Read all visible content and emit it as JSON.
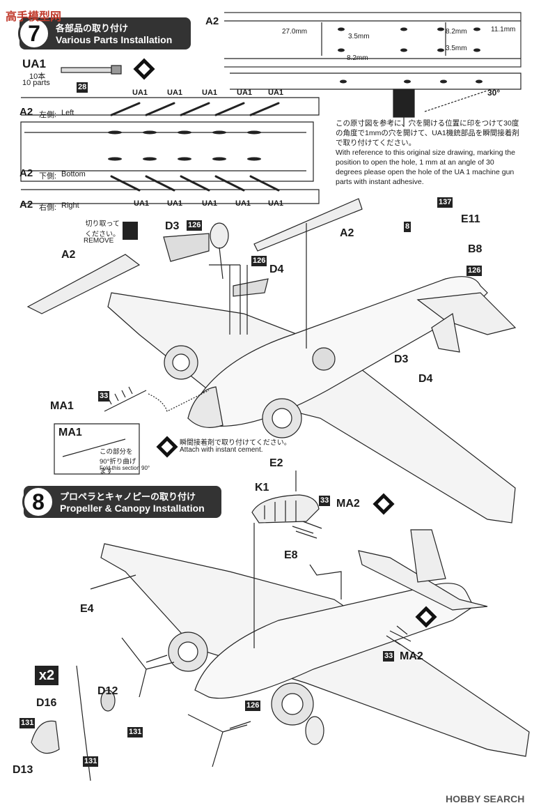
{
  "watermark_top": "高手模型网",
  "watermark_bottom": "HOBBY SEARCH",
  "step7": {
    "number": "7",
    "title_jp": "各部品の取り付け",
    "title_en": "Various Parts Installation"
  },
  "step8": {
    "number": "8",
    "title_jp": "プロペラとキャノピーの取り付け",
    "title_en": "Propeller & Canopy Installation"
  },
  "ua1_part": {
    "name": "UA1",
    "count_jp": "10本",
    "count_en": "10 parts",
    "paint": "28"
  },
  "gun_label": "UA1",
  "template": {
    "a2_left": {
      "part": "A2",
      "side_jp": "左側:",
      "side_en": "Left"
    },
    "a2_bottom": {
      "part": "A2",
      "side_jp": "下側:",
      "side_en": "Bottom"
    },
    "a2_right": {
      "part": "A2",
      "side_jp": "右側:",
      "side_en": "Right"
    },
    "a2_top": "A2",
    "dim_27": "27.0mm",
    "dim_35a": "3.5mm",
    "dim_82a": "8.2mm",
    "dim_111": "11.1mm",
    "dim_35b": "3.5mm",
    "dim_82b": "8.2mm",
    "angle": "30°"
  },
  "instruction_jp": "この原寸図を参考に、穴を開ける位置に印をつけて30度の角度で1mmの穴を開けて、UA1機銃部品を瞬間接着剤で取り付けてください。",
  "instruction_en": "With reference to this original size drawing, marking the position to open the hole, 1 mm at an angle of 30 degrees please open the hole of the UA 1 machine gun parts with instant adhesive.",
  "remove_note": {
    "jp": "切り取って ください。",
    "en": "REMOVE"
  },
  "instant_cement": {
    "jp": "瞬間接着剤で取り付けてください。",
    "en": "Attach with instant cement."
  },
  "fold_note": {
    "part": "MA1",
    "jp": "この部分を90°折り曲げます",
    "en": "Fold this section 90°"
  },
  "parts7": {
    "a2": "A2",
    "a2_wing": "A2",
    "d3": "D3",
    "d4": "D4",
    "e11": "E11",
    "b8": "B8",
    "d3b": "D3",
    "d4b": "D4",
    "ma1": "MA1",
    "c126a": "126",
    "c126b": "126",
    "c126c": "126",
    "c137": "137",
    "c8": "8",
    "c33": "33"
  },
  "parts8": {
    "e2": "E2",
    "k1": "K1",
    "ma2": "MA2",
    "e8": "E8",
    "e4": "E4",
    "ma2b": "MA2",
    "d16": "D16",
    "d12": "D12",
    "d13": "D13",
    "x2": "x2",
    "c33a": "33",
    "c33b": "33",
    "c126": "126",
    "c131a": "131",
    "c131b": "131",
    "c131c": "131"
  }
}
